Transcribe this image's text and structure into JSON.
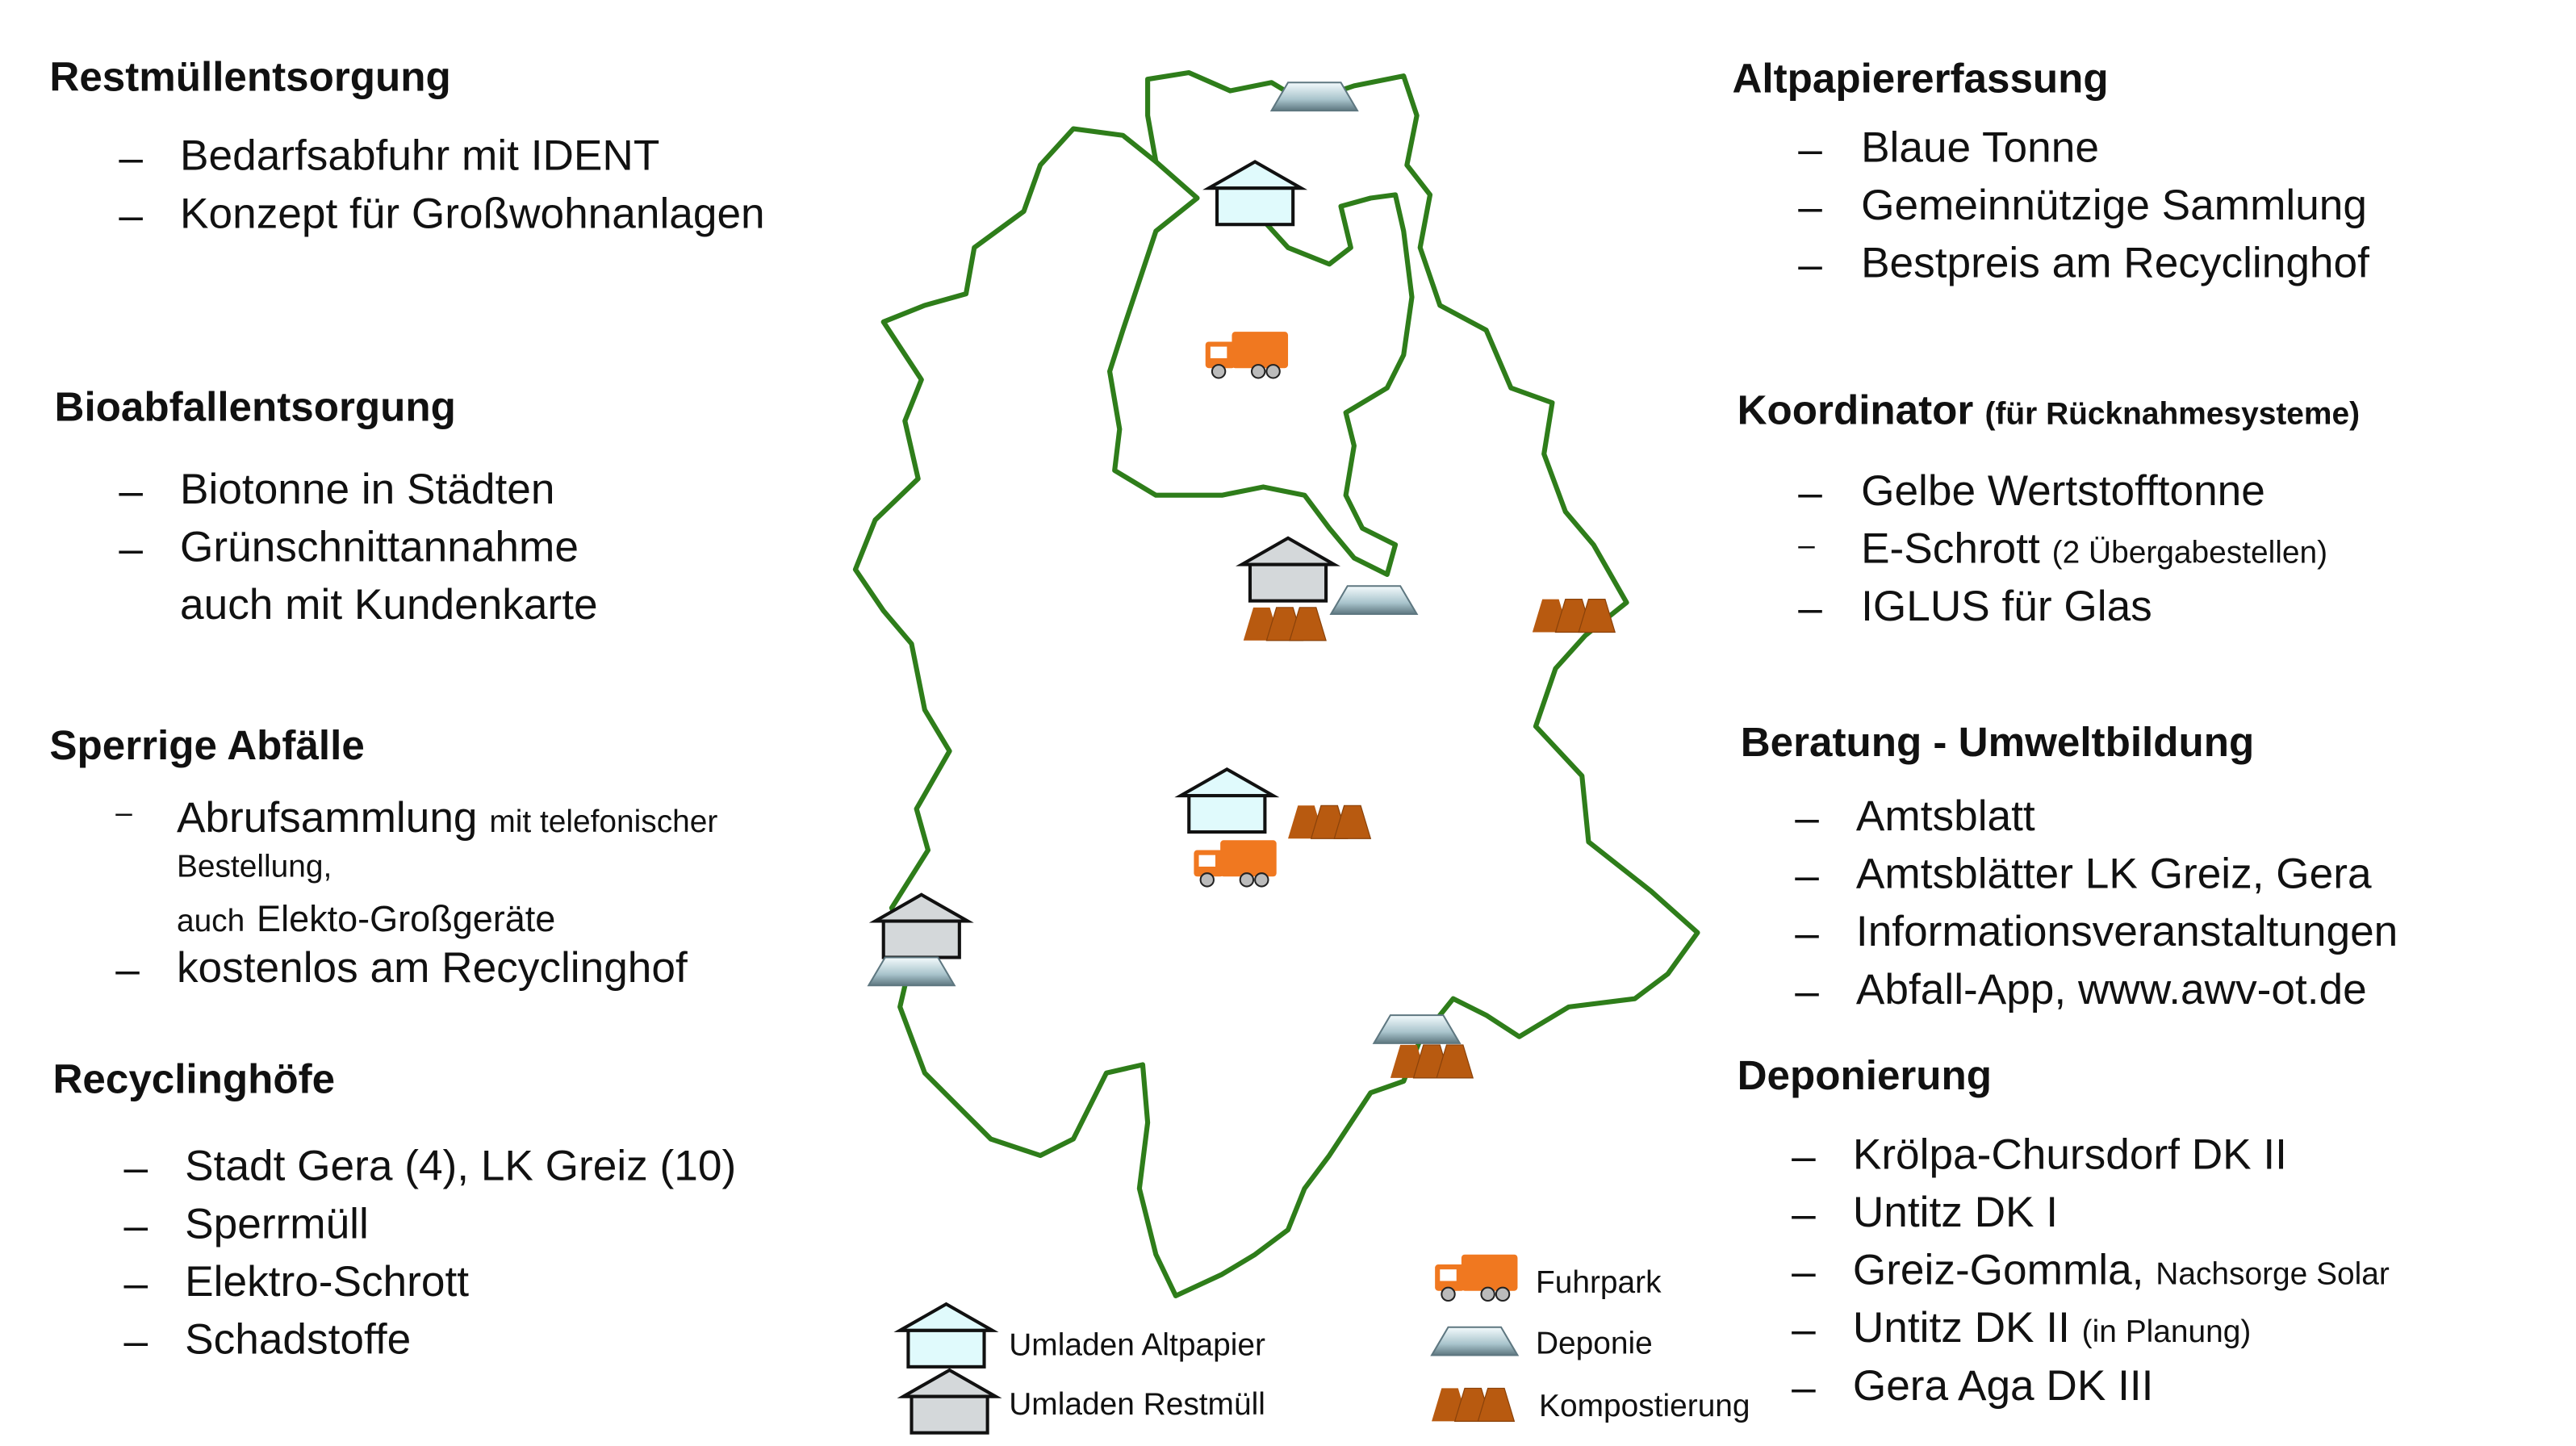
{
  "left": {
    "sections": [
      {
        "title": "Restmüllentsorgung",
        "items": [
          "Bedarfsabfuhr mit IDENT",
          "Konzept für Großwohnanlagen"
        ]
      },
      {
        "title": "Bioabfallentsorgung",
        "items": [
          "Biotonne in Städten",
          "Grünschnittannahme",
          "auch mit Kundenkarte"
        ]
      },
      {
        "title": "Sperrige Abfälle",
        "item1_main": "Abrufsammlung",
        "item1_small": "mit telefonischer",
        "item1_line2": "Bestellung,",
        "item1_line3_small": "auch",
        "item1_line3_main": "Elekto-Großgeräte",
        "item2": "kostenlos am Recyclinghof"
      },
      {
        "title": "Recyclinghöfe",
        "items": [
          "Stadt Gera (4), LK Greiz (10)",
          "Sperrmüll",
          "Elektro-Schrott",
          "Schadstoffe"
        ]
      }
    ]
  },
  "right": {
    "sections": [
      {
        "title": "Altpapiererfassung",
        "items": [
          "Blaue Tonne",
          "Gemeinnützige Sammlung",
          "Bestpreis am Recyclinghof"
        ]
      },
      {
        "title": "Koordinator",
        "title_small": "(für Rücknahmesysteme)",
        "items": [
          "Gelbe Wertstofftonne",
          "E-Schrott",
          "IGLUS für Glas"
        ],
        "item2_small": "(2 Übergabestellen)"
      },
      {
        "title": "Beratung - Umweltbildung",
        "items": [
          "Amtsblatt",
          "Amtsblätter LK Greiz, Gera",
          "Informationsveranstaltungen",
          "Abfall-App, www.awv-ot.de"
        ]
      },
      {
        "title": "Deponierung",
        "items": [
          "Krölpa-Chursdorf DK II",
          "Untitz DK I",
          "Greiz-Gommla,",
          "Untitz DK II",
          "Gera Aga DK III"
        ],
        "item3_small": "Nachsorge Solar",
        "item4_small": "(in Planung)"
      }
    ]
  },
  "dash": "–",
  "legend": {
    "altpapier": "Umladen Altpapier",
    "restmuell": "Umladen Restmüll",
    "fuhrpark": "Fuhrpark",
    "deponie": "Deponie",
    "kompost": "Kompostierung"
  },
  "colors": {
    "border": "#2e7d1a",
    "truck": "#f07820",
    "compost": "#b85a10",
    "altpapier": "#e0fafc",
    "restmuell": "#d4d8da"
  }
}
